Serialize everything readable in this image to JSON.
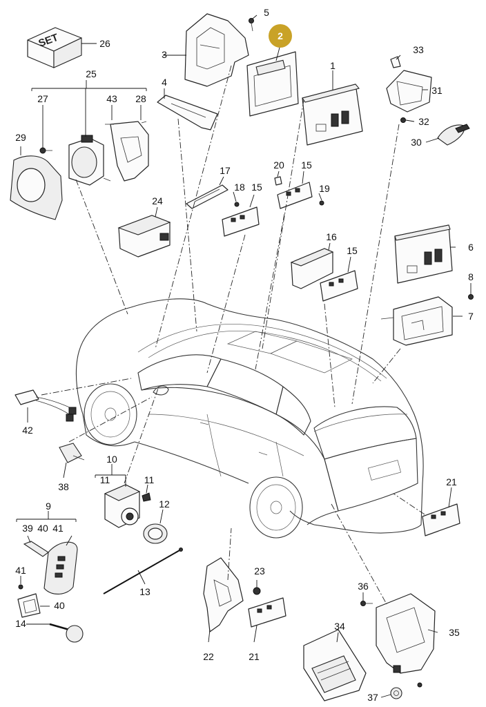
{
  "diagram": {
    "highlight_color": "#c9a227",
    "labels": {
      "l1": "1",
      "l2": "2",
      "l3": "3",
      "l4": "4",
      "l5": "5",
      "l6": "6",
      "l7": "7",
      "l8": "8",
      "l9": "9",
      "l10": "10",
      "l11a": "11",
      "l11b": "11",
      "l12": "12",
      "l13": "13",
      "l14": "14",
      "l15a": "15",
      "l15b": "15",
      "l15c": "15",
      "l16": "16",
      "l17": "17",
      "l18": "18",
      "l19": "19",
      "l20": "20",
      "l21a": "21",
      "l21b": "21",
      "l22": "22",
      "l23": "23",
      "l24": "24",
      "l25": "25",
      "l26": "26",
      "l27": "27",
      "l28": "28",
      "l29": "29",
      "l30": "30",
      "l31": "31",
      "l32": "32",
      "l33": "33",
      "l34": "34",
      "l35": "35",
      "l36": "36",
      "l37": "37",
      "l38": "38",
      "l39": "39",
      "l40a": "40",
      "l40b": "40",
      "l41a": "41",
      "l41b": "41",
      "l42": "42",
      "l43": "43"
    },
    "set_box_text": "SET"
  }
}
